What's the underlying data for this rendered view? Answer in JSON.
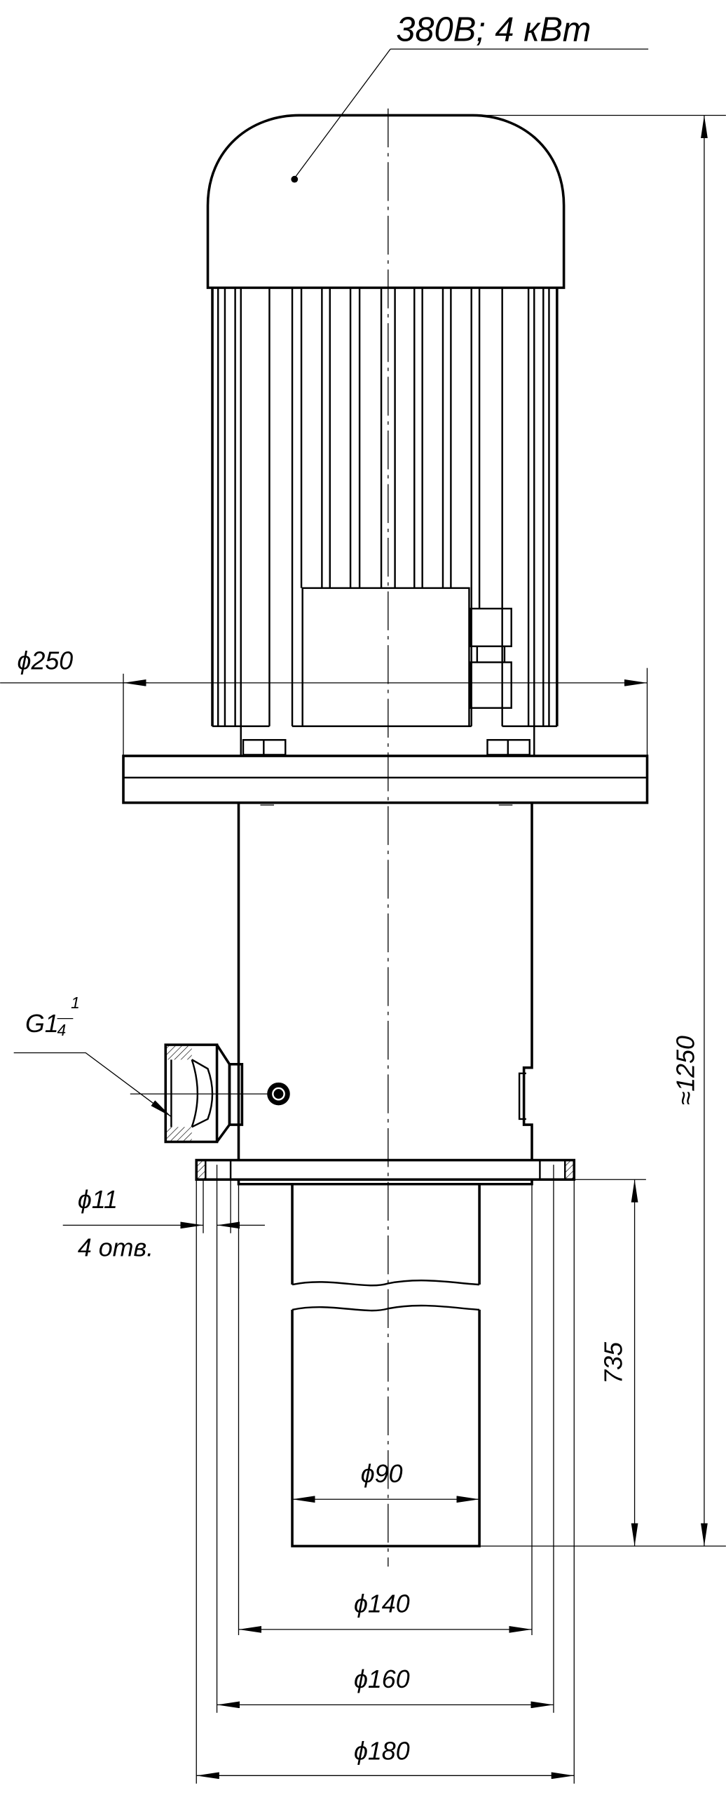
{
  "drawing": {
    "motor_label": "380В; 4 кВт",
    "dim_flange_top": "ϕ250",
    "thread_label": {
      "main": "G1",
      "numerator": "1",
      "denominator": "4"
    },
    "holes_label": {
      "diameter": "ϕ11",
      "count": "4 отв."
    },
    "dim_length_tube": "735",
    "dim_total_height": "≈1250",
    "dim_tube": "ϕ90",
    "dim_body": "ϕ140",
    "dim_bolt_circle": "ϕ160",
    "dim_flange_bottom": "ϕ180"
  }
}
